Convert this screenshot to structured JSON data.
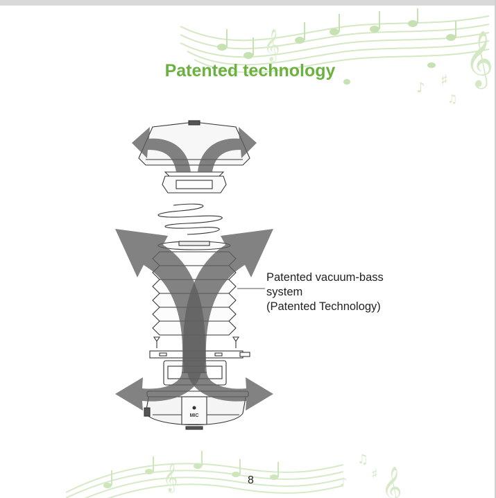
{
  "page": {
    "title": "Patented technology",
    "page_number": "8"
  },
  "figure": {
    "mic_label": "MIC",
    "callout": {
      "line1": "Patented vacuum-bass",
      "line2": "system",
      "line3": "(Patented Technology)"
    }
  },
  "colors": {
    "title_green": "#6bb140",
    "decoration_green": "#cfe6bd",
    "arrow_gray": "#6f6f6f"
  }
}
